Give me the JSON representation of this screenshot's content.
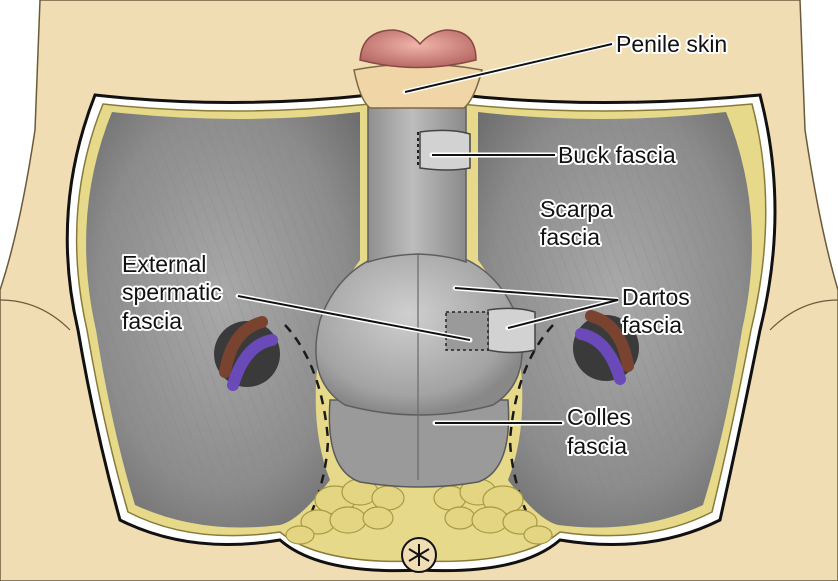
{
  "labels": {
    "penile_skin": "Penile skin",
    "buck_fascia": "Buck fascia",
    "scarpa_line1": "Scarpa",
    "scarpa_line2": "fascia",
    "external_line1": "External",
    "external_line2": "spermatic",
    "external_line3": "fascia",
    "dartos_line1": "Dartos",
    "dartos_line2": "fascia",
    "colles_line1": "Colles",
    "colles_line2": "fascia"
  },
  "colors": {
    "skin": "#f1ddb3",
    "skin_outline": "#6b5a3a",
    "fat_yellow": "#e6d98a",
    "fascia_gray": "#8e8e8e",
    "fascia_light": "#b5b5b5",
    "glans": "#d98f88",
    "cord_brown": "#7a4330",
    "cord_purple": "#6a49b8"
  }
}
